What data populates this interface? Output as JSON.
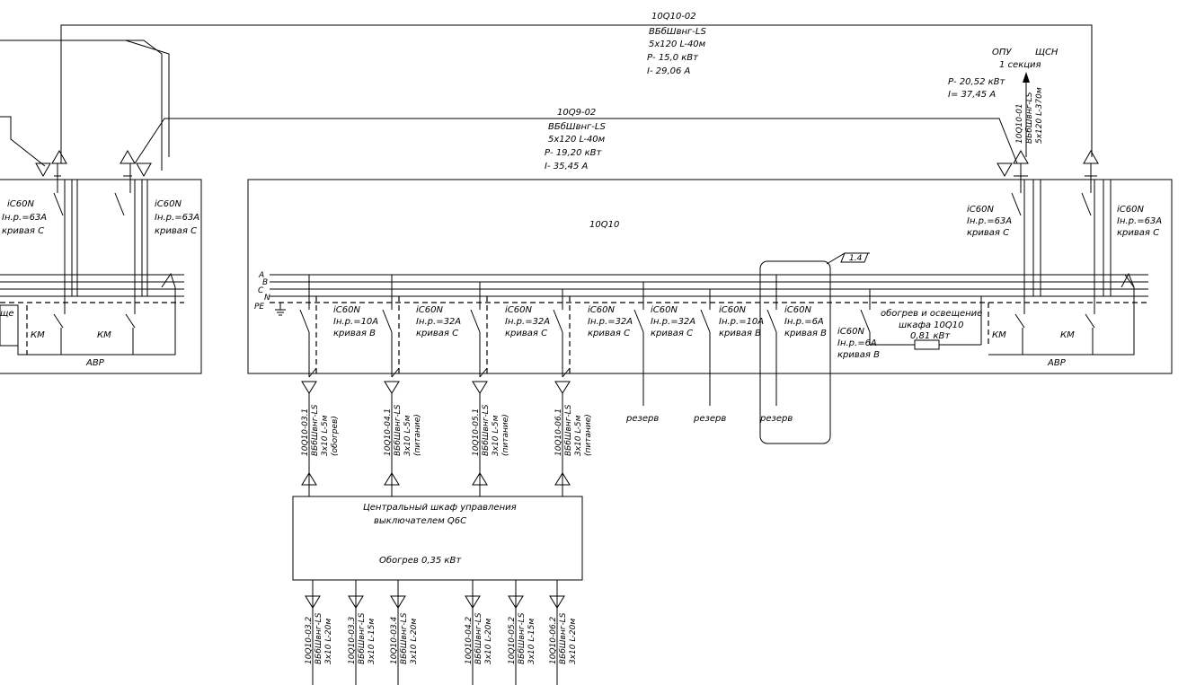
{
  "feeders_top": {
    "f1": {
      "id": "10Q10-02",
      "cable": "ВБбШвнг-LS",
      "size": "5х120  L-40м",
      "power": "Р- 15,0 кВт",
      "current": "I- 29,06 А"
    },
    "f2": {
      "id": "10Q9-02",
      "cable": "ВБбШвнг-LS",
      "size": "5х120  L-40м",
      "power": "Р- 19,20 кВт",
      "current": "I- 35,45 А"
    }
  },
  "opu": {
    "title_a": "ОПУ",
    "title_b": "ЩСН",
    "section": "1 секция",
    "power": "Р- 20,52 кВт",
    "current": "I= 37,45 А",
    "cable_id": "10Q10-01",
    "cable": "ВБбШвнг-LS",
    "size": "5х120  L-370м"
  },
  "left_panel": {
    "breaker": "iC60N",
    "rating": "Iн.р.=63А",
    "curve": "кривая С",
    "km": "КМ",
    "avr": "АВР",
    "partial": "ще"
  },
  "main_panel": {
    "name": "10Q10",
    "bus": [
      "A",
      "B",
      "C",
      "N",
      "PE"
    ],
    "callout": "1.4",
    "inputs": [
      {
        "breaker": "iC60N",
        "rating": "Iн.р.=63А",
        "curve": "кривая С"
      },
      {
        "breaker": "iC60N",
        "rating": "Iн.р.=63А",
        "curve": "кривая С"
      }
    ],
    "km": "КМ",
    "avr": "АВР",
    "outgoing": [
      {
        "breaker": "iC60N",
        "rating": "Iн.р.=10А",
        "curve": "кривая В"
      },
      {
        "breaker": "iC60N",
        "rating": "Iн.р.=32А",
        "curve": "кривая С"
      },
      {
        "breaker": "iC60N",
        "rating": "Iн.р.=32А",
        "curve": "кривая С"
      },
      {
        "breaker": "iC60N",
        "rating": "Iн.р.=32А",
        "curve": "кривая С"
      },
      {
        "breaker": "iC60N",
        "rating": "Iн.р.=32А",
        "curve": "кривая С"
      },
      {
        "breaker": "iC60N",
        "rating": "Iн.р.=10А",
        "curve": "кривая В"
      },
      {
        "breaker": "iC60N",
        "rating": "Iн.р.=6А",
        "curve": "кривая В"
      }
    ],
    "heater": {
      "breaker": "iC60N",
      "rating": "Iн.р.=6А",
      "curve": "кривая В",
      "label1": "обогрев и освещение",
      "label2": "шкафа 10Q10",
      "power": "0,81 кВт"
    },
    "reserve": "резерв"
  },
  "cables_mid": [
    {
      "id": "10Q10-03.1",
      "cable": "ВБбШвнг-LS",
      "size": "3х10  L-5м",
      "purpose": "(обогрев)"
    },
    {
      "id": "10Q10-04.1",
      "cable": "ВБбШвнг-LS",
      "size": "3х10  L-5м",
      "purpose": "(питание)"
    },
    {
      "id": "10Q10-05.1",
      "cable": "ВБбШвнг-LS",
      "size": "3х10  L-5м",
      "purpose": "(питание)"
    },
    {
      "id": "10Q10-06.1",
      "cable": "ВБбШвнг-LS",
      "size": "3х10  L-5м",
      "purpose": "(питание)"
    }
  ],
  "central_cabinet": {
    "line1": "Центральный шкаф управления",
    "line2": "выключателем Q6C",
    "heat": "Обогрев 0,35 кВт"
  },
  "cables_bottom": [
    {
      "id": "10Q10-03.2",
      "cable": "ВБбШвнг-LS",
      "size": "3х10 L-20м"
    },
    {
      "id": "10Q10-03.3",
      "cable": "ВБбШвнг-LS",
      "size": "3х10 L-15м"
    },
    {
      "id": "10Q10-03.4",
      "cable": "ВБбШвнг-LS",
      "size": "3х10 L-20м"
    },
    {
      "id": "10Q10-04.2",
      "cable": "ВБбШвнг-LS",
      "size": "3х10 L-20м"
    },
    {
      "id": "10Q10-05.2",
      "cable": "ВБбШвнг-LS",
      "size": "3х10 L-15м"
    },
    {
      "id": "10Q10-06.2",
      "cable": "ВБбШвнг-LS",
      "size": "3х10 L-20м"
    }
  ]
}
